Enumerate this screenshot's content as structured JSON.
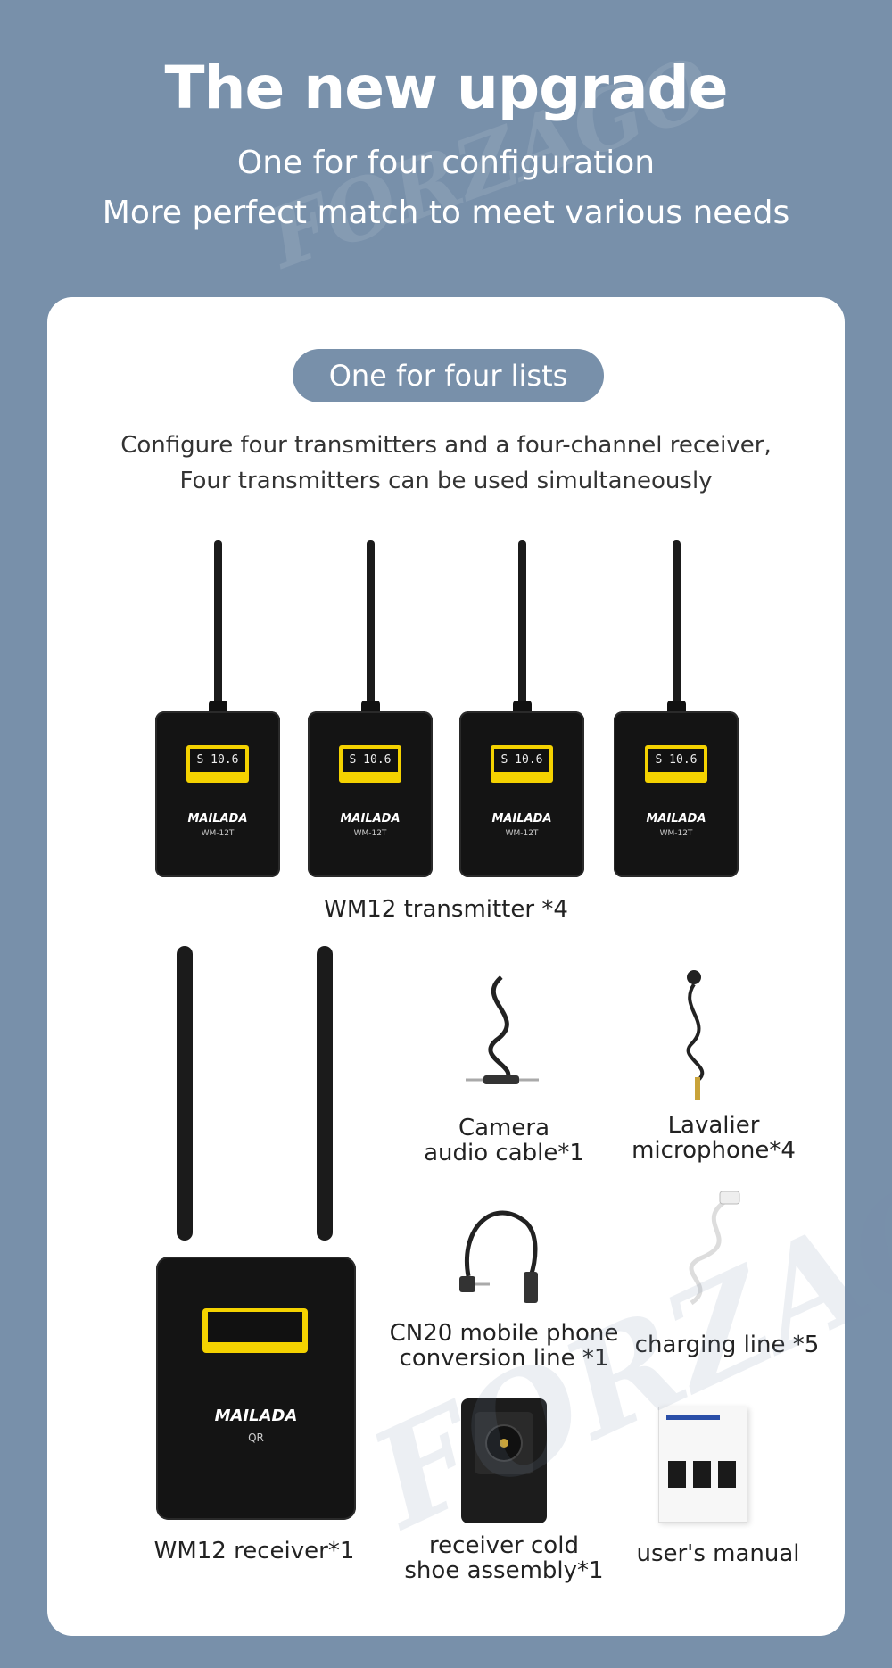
{
  "header": {
    "title": "The new upgrade",
    "subtitle_line1": "One for four configuration",
    "subtitle_line2": "More perfect match to meet various needs"
  },
  "card": {
    "pill_label": "One for four lists",
    "desc_line1": "Configure four transmitters and a four-channel receiver,",
    "desc_line2": "Four transmitters can be used simultaneously"
  },
  "transmitter": {
    "brand": "MAILADA",
    "model": "WM-12T",
    "display": "S 10.6",
    "caption": "WM12 transmitter *4"
  },
  "receiver": {
    "brand": "MAILADA",
    "model": "QR",
    "caption": "WM12  receiver*1"
  },
  "accessories": {
    "camera_cable_l1": "Camera",
    "camera_cable_l2": "audio cable*1",
    "lavalier_l1": "Lavalier",
    "lavalier_l2": "microphone*4",
    "cn20_l1": "CN20 mobile phone",
    "cn20_l2": "conversion line *1",
    "charging": "charging line *5",
    "shoe_l1": "receiver cold",
    "shoe_l2": "shoe assembly*1",
    "manual": "user's manual"
  },
  "watermark": {
    "text": "FORZAGO"
  },
  "colors": {
    "background": "#7890aa",
    "card": "#ffffff",
    "screen": "#f4d200"
  }
}
